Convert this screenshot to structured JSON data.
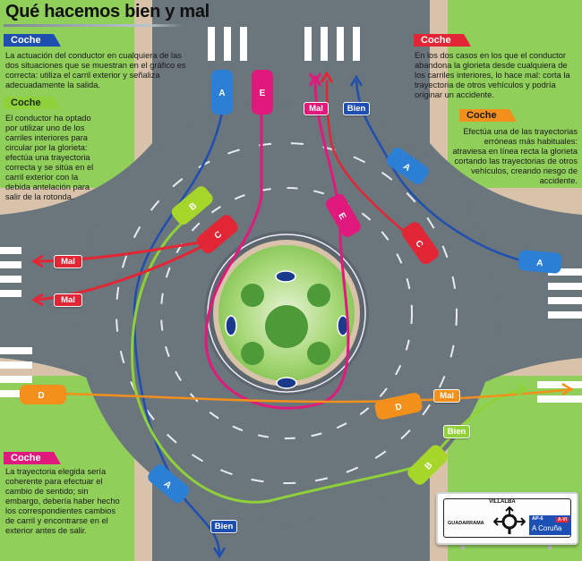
{
  "title": "Qué hacemos bien y mal",
  "colors": {
    "coche_a": "#1e4fb0",
    "coche_b": "#8fd13a",
    "coche_c": "#e32636",
    "coche_d": "#f3901c",
    "coche_e": "#e0197d",
    "road": "#6b757c",
    "grass": "#8fcf5a",
    "sidewalk": "#d8c3aa"
  },
  "legend": [
    {
      "id": "A",
      "label": "Coche A",
      "text": "La actuación del conductor en cualquiera de las dos situaciones que se muestran en el gráfico es correcta:  utiliza el carril exterior y señaliza adecuadamente la salida."
    },
    {
      "id": "B",
      "label": "Coche B",
      "text": "El conductor ha optado por utilizar uno de los carriles interiores para circular por la glorieta: efectúa una trayectoria correcta y se sitúa en el carril exterior con la debida antelación para salir de la rotonda."
    },
    {
      "id": "C",
      "label": "Coche C",
      "text": "En los dos casos en los que el conductor abandona la glorieta desde cualquiera de los carriles interiores, lo hace mal: corta la trayectoria de otros vehículos y podría originar un accidente."
    },
    {
      "id": "D",
      "label": "Coche D",
      "text": "Efectúa una de las trayectorias erróneas más habituales: atraviesa en línea recta la glorieta cortando las trayectorias de otros vehículos, creando riesgo de accidente."
    },
    {
      "id": "E",
      "label": "Coche E",
      "text": "La trayectoria elegida sería coherente para efectuar el cambio de sentido; sin embargo, debería haber hecho los correspondientes cambios de carril y encontrarse en el exterior antes de salir."
    }
  ],
  "path_labels": {
    "mal": "Mal",
    "bien": "Bien"
  },
  "cars": [
    "A",
    "E",
    "B",
    "C",
    "A",
    "E",
    "C",
    "A",
    "D",
    "D",
    "B",
    "A"
  ],
  "road_sign": {
    "top": "VILLALBA",
    "left": "GUADARRAMA",
    "right_code": "AP-6",
    "right_road": "A-VI",
    "right_dest": "A Coruña"
  }
}
